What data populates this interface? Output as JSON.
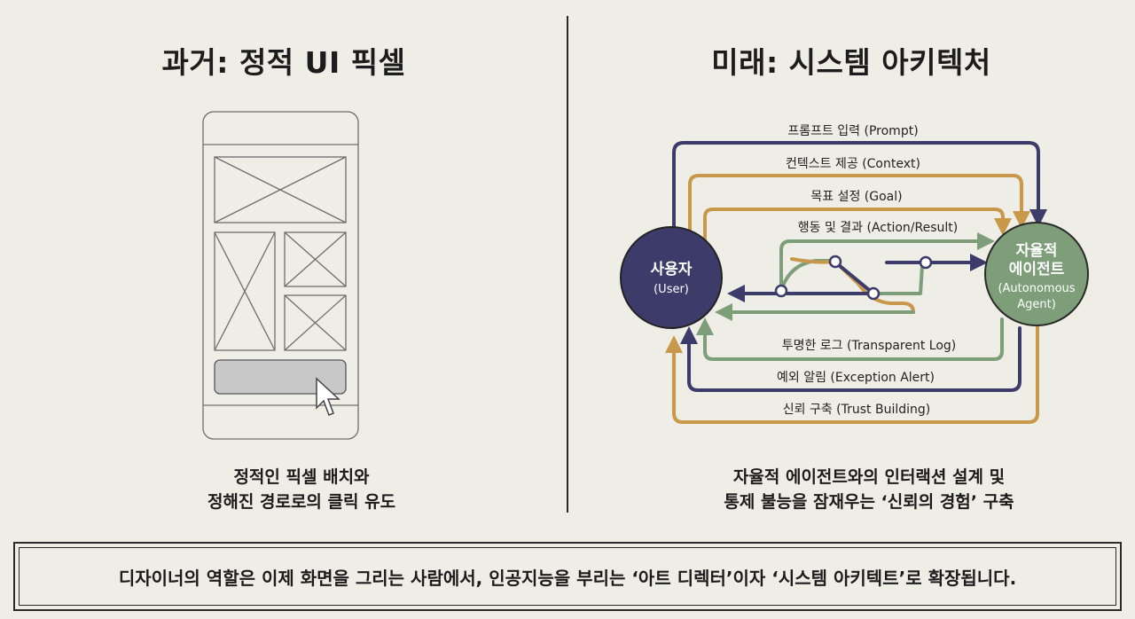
{
  "left": {
    "title": "과거: 정적 UI 픽셀",
    "caption_line1": "정적인 픽셀 배치와",
    "caption_line2": "정해진 경로로의 클릭 유도"
  },
  "right": {
    "title": "미래: 시스템 아키텍처",
    "caption_line1": "자율적 에이전트와의 인터랙션 설계 및",
    "caption_line2": "통제 불능을 잠재우는 ‘신뢰의 경험’ 구축",
    "user_node": {
      "label": "사용자",
      "sublabel": "(User)"
    },
    "agent_node": {
      "label_line1": "자율적",
      "label_line2": "에이전트",
      "sub_line1": "(Autonomous",
      "sub_line2": "Agent)"
    },
    "flows": {
      "prompt": "프롬프트 입력 (Prompt)",
      "context": "컨텍스트 제공 (Context)",
      "goal": "목표 설정 (Goal)",
      "action": "행동 및 결과 (Action/Result)",
      "log": "투명한 로그 (Transparent Log)",
      "exception": "예외 알림 (Exception Alert)",
      "trust": "신뢰 구축 (Trust Building)"
    },
    "colors": {
      "navy": "#3c3b6a",
      "gold": "#c8994a",
      "green": "#7e9e7a"
    }
  },
  "footer": {
    "text": "디자이너의 역할은 이제 화면을 그리는 사람에서, 인공지능을 부리는 ‘아트 디렉터’이자 ‘시스템 아키텍트’로 확장됩니다."
  }
}
